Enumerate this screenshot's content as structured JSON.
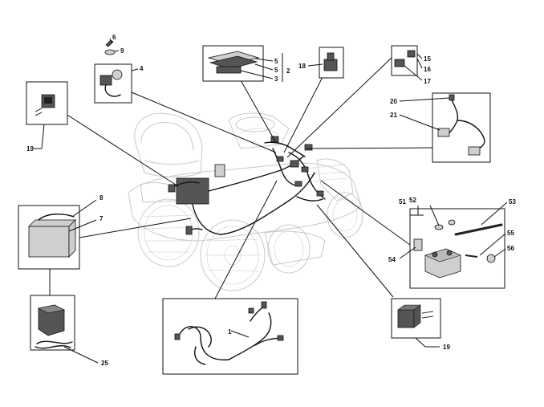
{
  "callouts": {
    "c1": "1",
    "c2": "2",
    "c3": "3",
    "c4": "4",
    "c5": "5",
    "c6": "6",
    "c7": "7",
    "c8": "8",
    "c9": "9",
    "c15": "15",
    "c16": "16",
    "c17": "17",
    "c18": "18",
    "c19a": "19",
    "c19b": "19",
    "c20": "20",
    "c21": "21",
    "c25": "25",
    "c51": "51",
    "c52": "52",
    "c53": "53",
    "c54": "54",
    "c55": "55",
    "c56": "56"
  }
}
